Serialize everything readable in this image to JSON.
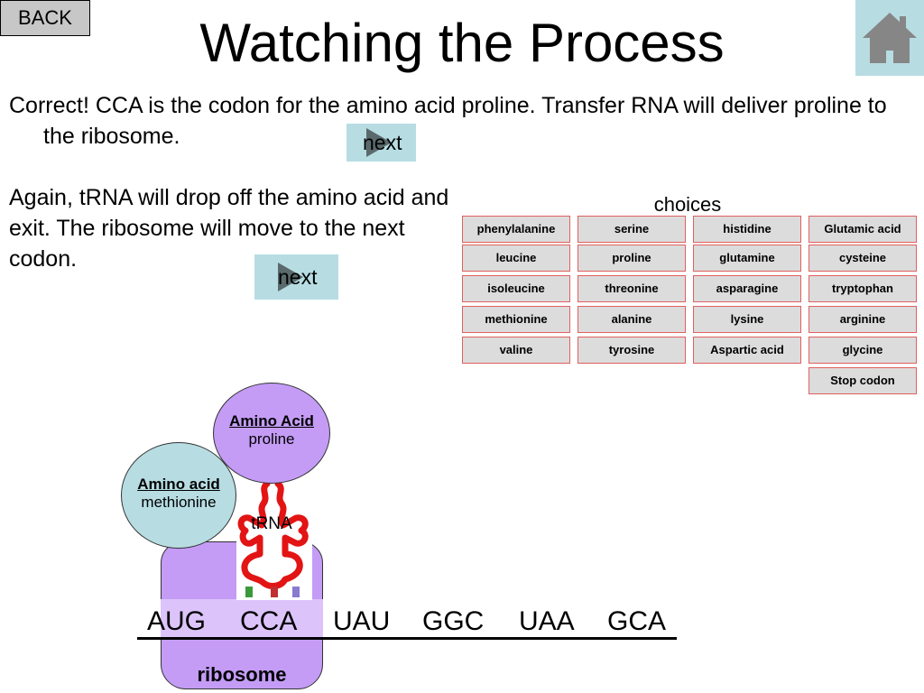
{
  "header": {
    "back_label": "BACK",
    "title": "Watching the Process",
    "home_icon": "house-icon"
  },
  "feedback": {
    "text": "Correct! CCA is the codon for the amino acid proline. Transfer RNA will deliver proline to the ribosome.",
    "next_label": "next"
  },
  "explanation": {
    "text": "Again, tRNA will drop off the amino acid and exit. The ribosome will move to the next codon.",
    "next_label": "next"
  },
  "choices": {
    "label": "choices",
    "items": [
      [
        "phenylalanine",
        "serine",
        "histidine",
        "Glutamic acid"
      ],
      [
        "leucine",
        "proline",
        "glutamine",
        "cysteine"
      ],
      [
        "isoleucine",
        "threonine",
        "asparagine",
        "tryptophan"
      ],
      [
        "methionine",
        "alanine",
        "lysine",
        "arginine"
      ],
      [
        "valine",
        "tyrosine",
        "Aspartic acid",
        "glycine"
      ],
      [
        "",
        "",
        "",
        "Stop codon"
      ]
    ]
  },
  "diagram": {
    "amino_acid_1": {
      "heading": "Amino Acid",
      "value": "proline"
    },
    "amino_acid_2": {
      "heading": "Amino acid",
      "value": "methionine"
    },
    "trna_label": "tRNA",
    "ribosome_label": "ribosome",
    "codons": [
      "AUG",
      "CCA",
      "UAU",
      "GGC",
      "UAA",
      "GCA"
    ]
  },
  "colors": {
    "button_teal": "#b7dde3",
    "ribosome_purple": "#c49cf6",
    "trna_red": "#e21414",
    "choice_border": "#e06060"
  }
}
